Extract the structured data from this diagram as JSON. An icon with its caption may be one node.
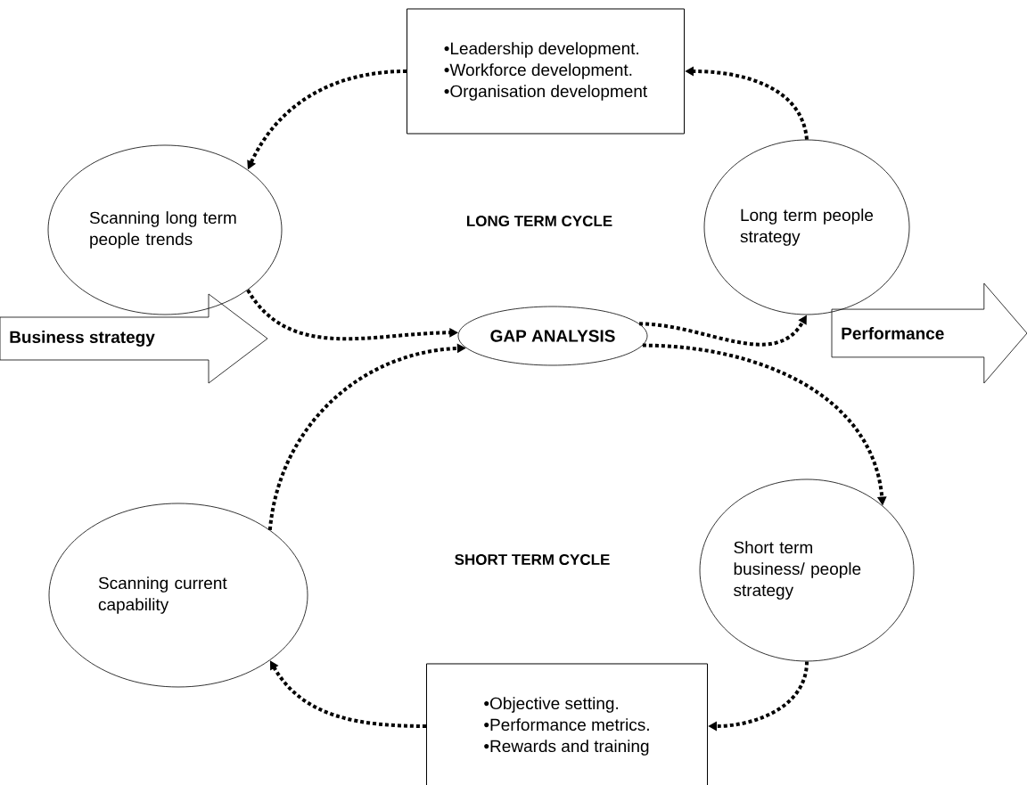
{
  "diagram": {
    "nodes": [
      {
        "text": [
          "•Leadership development.",
          "•Workforce development.",
          "•Organisation development"
        ]
      },
      {
        "text": [
          "Scanning long term people trends"
        ]
      },
      {
        "text": [
          "Long term people strategy"
        ]
      },
      {
        "text": [
          "Business strategy"
        ]
      },
      {
        "text": [
          "GAP ANALYSIS"
        ]
      },
      {
        "text": [
          "Performance"
        ]
      },
      {
        "text": [
          "Scanning current capability"
        ]
      },
      {
        "text": [
          "Short term business/ people strategy"
        ]
      },
      {
        "text": [
          "•Objective setting.",
          "•Performance metrics.",
          "•Rewards and training"
        ]
      }
    ],
    "edges": [
      {
        "from": 2,
        "to": 0,
        "arrow": "to"
      },
      {
        "from": 0,
        "to": 1,
        "arrow": "to"
      },
      {
        "from": 1,
        "to": 4,
        "arrow": "to"
      },
      {
        "from": 6,
        "to": 4,
        "arrow": "to"
      },
      {
        "from": 4,
        "to": 2,
        "arrow": "to"
      },
      {
        "from": 4,
        "to": 7,
        "arrow": "to"
      },
      {
        "from": 7,
        "to": 8,
        "arrow": "to"
      },
      {
        "from": 8,
        "to": 6,
        "arrow": "to"
      }
    ],
    "labels": [
      "LONG TERM CYCLE",
      "SHORT TERM CYCLE"
    ]
  }
}
